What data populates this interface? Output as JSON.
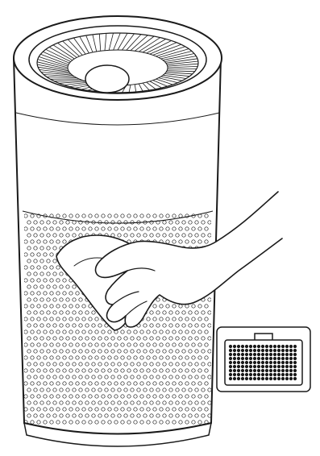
{
  "illustration": {
    "subject": "air-purifier",
    "action": "wipe-with-cloth",
    "inset": "filter-detail",
    "line_color": "#1a1a1a",
    "background": "#ffffff"
  }
}
